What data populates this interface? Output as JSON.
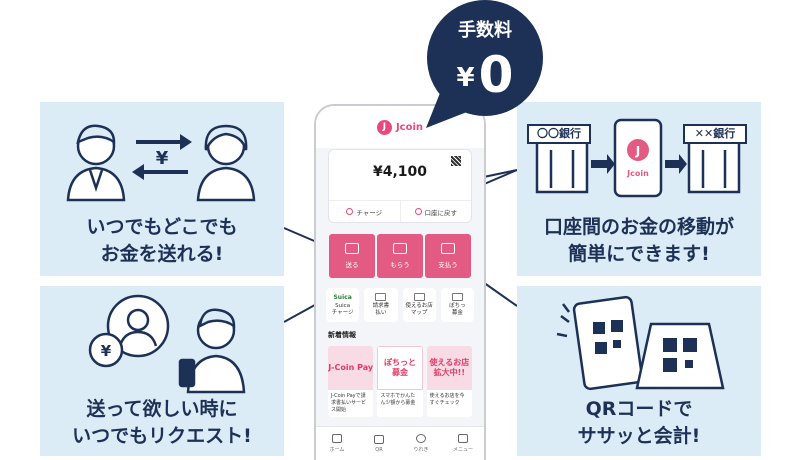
{
  "fee_bubble": {
    "label": "手数料",
    "currency": "¥",
    "amount": "0"
  },
  "phone": {
    "logo_letter": "J",
    "app_name": "Jcoin",
    "balance": "¥4,100",
    "balance_actions": [
      {
        "label": "チャージ"
      },
      {
        "label": "口座に戻す"
      }
    ],
    "actions": [
      {
        "label": "送る"
      },
      {
        "label": "もらう"
      },
      {
        "label": "支払う"
      }
    ],
    "shortcuts": [
      {
        "label": "Suica\nチャージ",
        "badge": "Suica"
      },
      {
        "label": "請求書\n払い"
      },
      {
        "label": "使えるお店\nマップ"
      },
      {
        "label": "ぽちっ\n募金"
      }
    ],
    "news_heading": "新着情報",
    "news": [
      {
        "thumb": "J-Coin Pay",
        "text": "J-Coin Payで請求書払いサービス開始"
      },
      {
        "thumb": "ぽちっと\n募金",
        "text": "スマホでかんたん少額から募金"
      },
      {
        "thumb": "使えるお店\n拡大中!!",
        "text": "使えるお店を今すぐチェック"
      }
    ],
    "tabs": [
      {
        "label": "ホーム"
      },
      {
        "label": "QR"
      },
      {
        "label": "りれき"
      },
      {
        "label": "メニュー"
      }
    ]
  },
  "panels": {
    "send": {
      "line1": "いつでもどこでも",
      "line2": "お金を送れる!",
      "yen": "¥"
    },
    "request": {
      "line1": "送って欲しい時に",
      "line2": "いつでもリクエスト!",
      "yen": "¥"
    },
    "transfer": {
      "line1": "口座間のお金の移動が",
      "line2": "簡単にできます!",
      "bank_a": "〇〇銀行",
      "bank_b": "✕✕銀行",
      "logo_letter": "J",
      "app_name": "Jcoin"
    },
    "qr": {
      "line1": "QRコードで",
      "line2": "ササッと会計!"
    }
  },
  "colors": {
    "navy": "#1d3156",
    "pink": "#e35b82",
    "panel_bg": "#dcecf7"
  }
}
